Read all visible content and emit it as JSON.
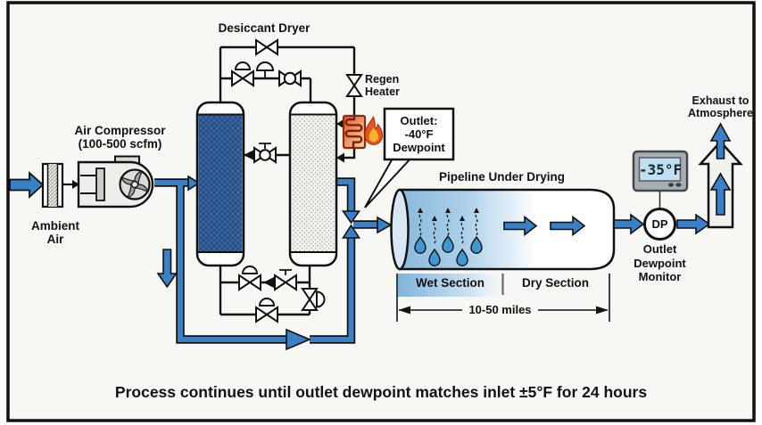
{
  "diagram": {
    "caption": "Process continues until outlet dewpoint matches inlet ±5°F for 24 hours",
    "labels": {
      "desiccant_dryer": "Desiccant Dryer",
      "air_compressor_line1": "Air Compressor",
      "air_compressor_line2": "(100-500 scfm)",
      "ambient_air_line1": "Ambient",
      "ambient_air_line2": "Air",
      "regen_heater_line1": "Regen",
      "regen_heater_line2": "Heater",
      "pipeline_title": "Pipeline Under Drying",
      "wet_section": "Wet Section",
      "dry_section": "Dry Section",
      "distance": "10-50 miles",
      "exhaust_line1": "Exhaust to",
      "exhaust_line2": "Atmosphere",
      "monitor_line1": "Outlet",
      "monitor_line2": "Dewpoint",
      "monitor_line3": "Monitor",
      "dp_tag": "DP"
    },
    "callout": {
      "line1": "Outlet:",
      "line2": "-40°F",
      "line3": "Dewpoint"
    },
    "display": {
      "value": "-35°F"
    },
    "colors": {
      "flow_blue": "#3b7fc4",
      "wet_tower_blue": "#3a69a8",
      "pipeline_wet_blue": "#8ab9dc",
      "heater_orange": "#e4572e",
      "flame_orange": "#e8541b",
      "flame_core_yellow": "#f9b331",
      "lcd_screen_blue": "#bfdff2",
      "frame_black": "#111111"
    }
  }
}
